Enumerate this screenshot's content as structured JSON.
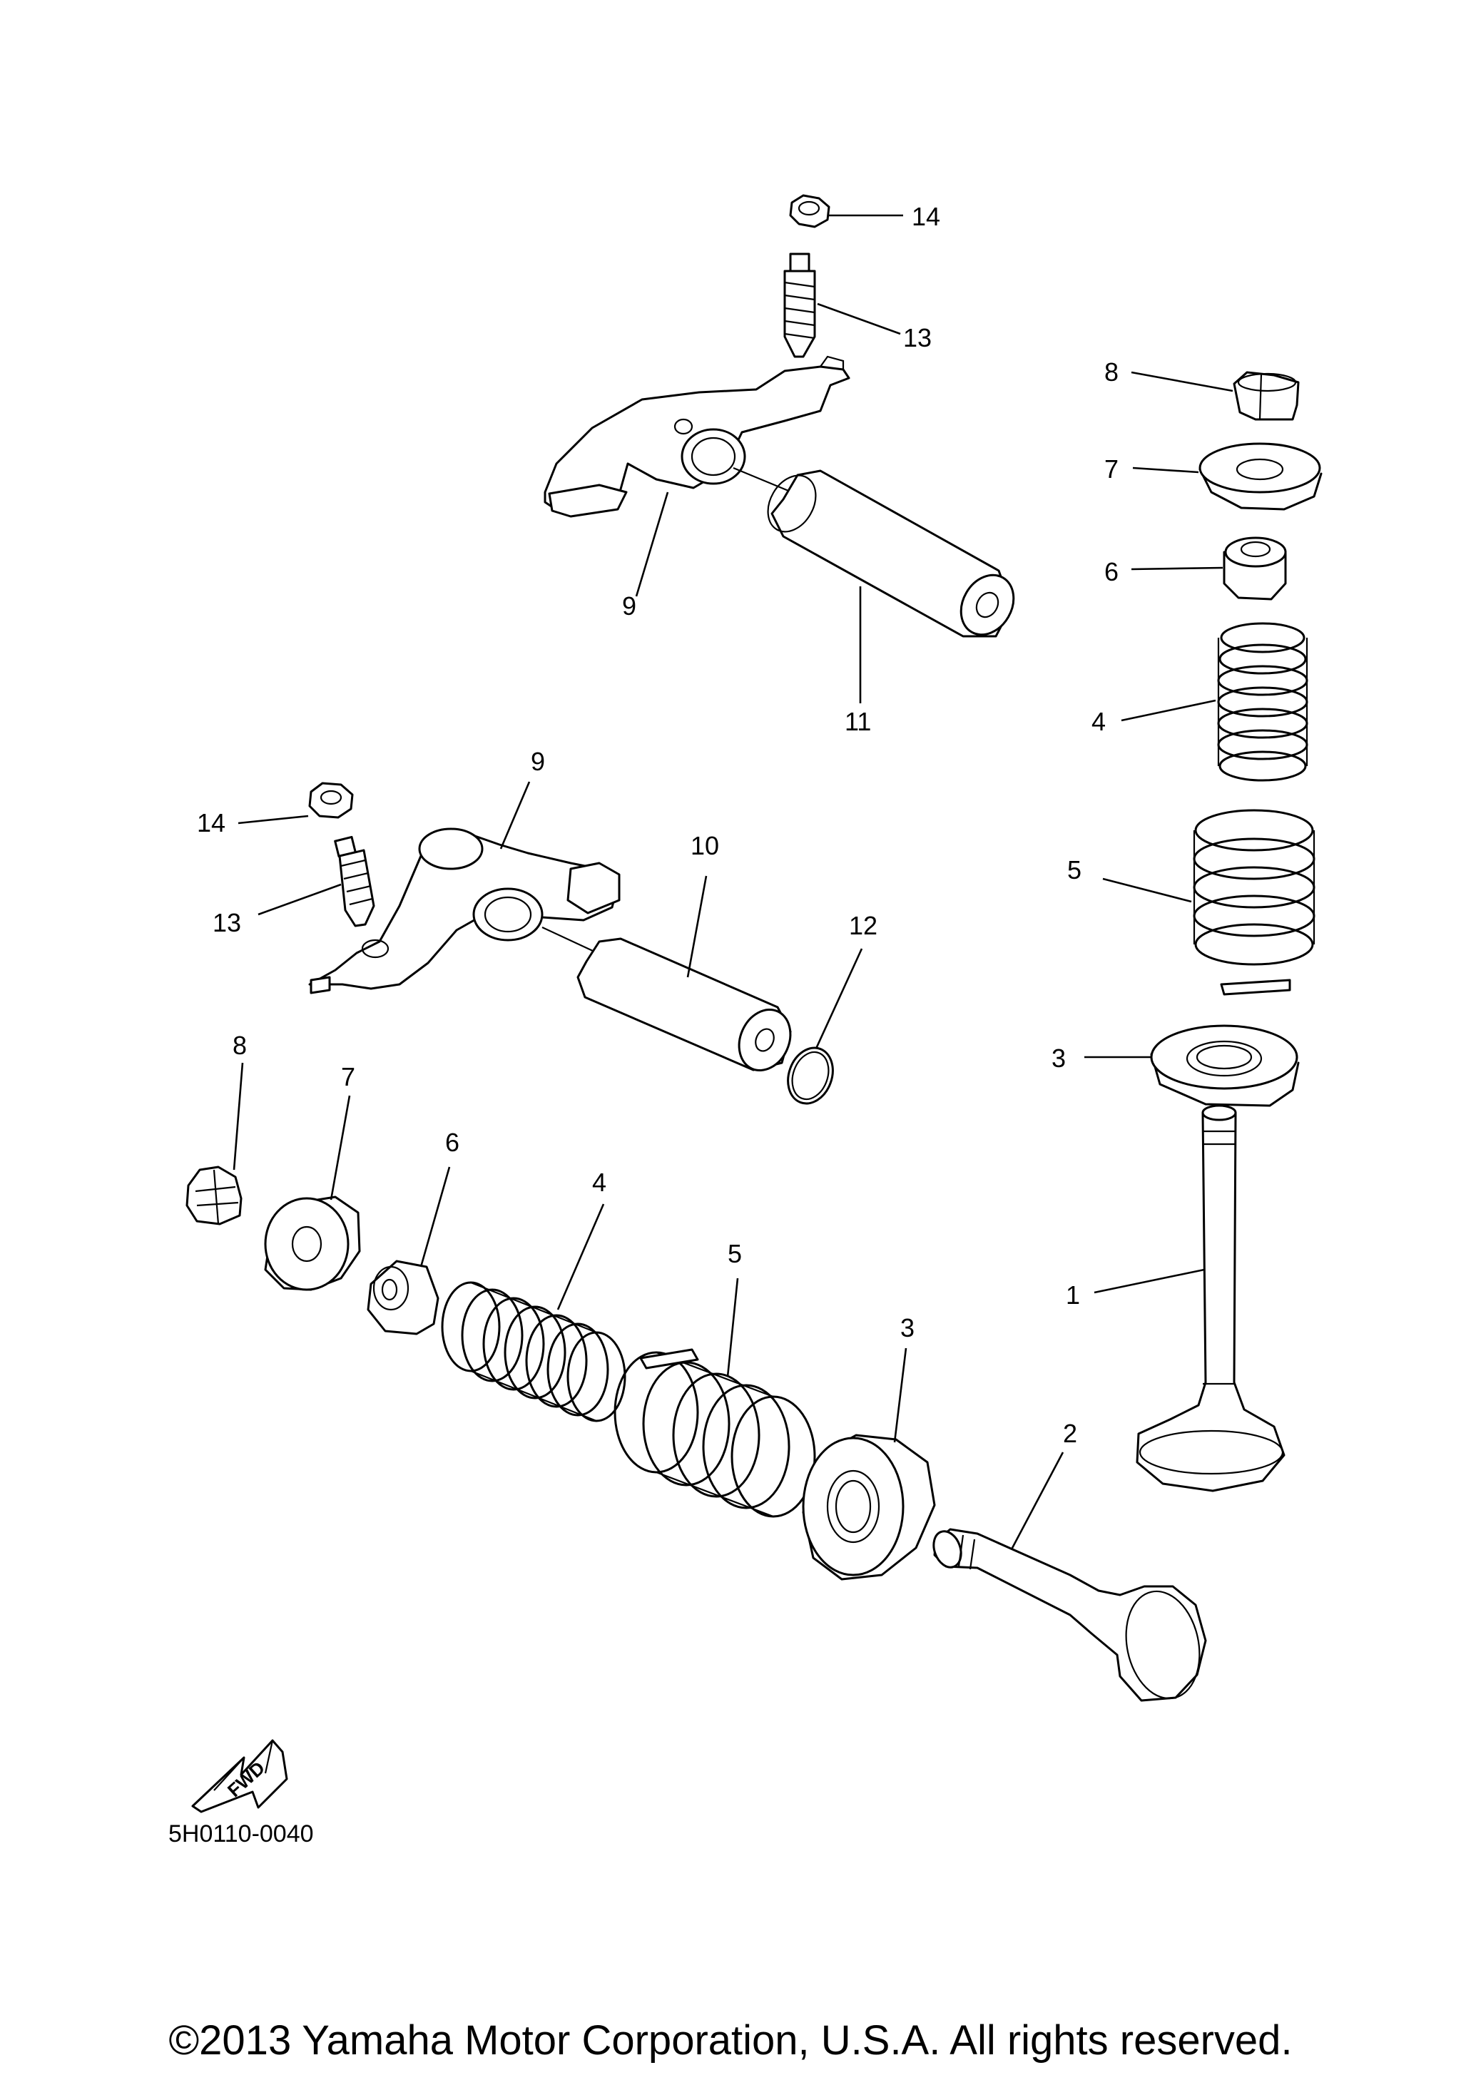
{
  "diagram": {
    "callouts": {
      "c14a": "14",
      "c13a": "13",
      "c9a": "9",
      "c11": "11",
      "c8r": "8",
      "c7r": "7",
      "c6r": "6",
      "c4r": "4",
      "c5r": "5",
      "c3r": "3",
      "c1": "1",
      "c9b": "9",
      "c14b": "14",
      "c13b": "13",
      "c10": "10",
      "c12": "12",
      "c8l": "8",
      "c7l": "7",
      "c6l": "6",
      "c4l": "4",
      "c5l": "5",
      "c3l": "3",
      "c2": "2"
    },
    "fwd_label": "FWD",
    "diagram_code": "5H0110-0040",
    "copyright": "©2013 Yamaha Motor Corporation, U.S.A. All rights reserved."
  }
}
